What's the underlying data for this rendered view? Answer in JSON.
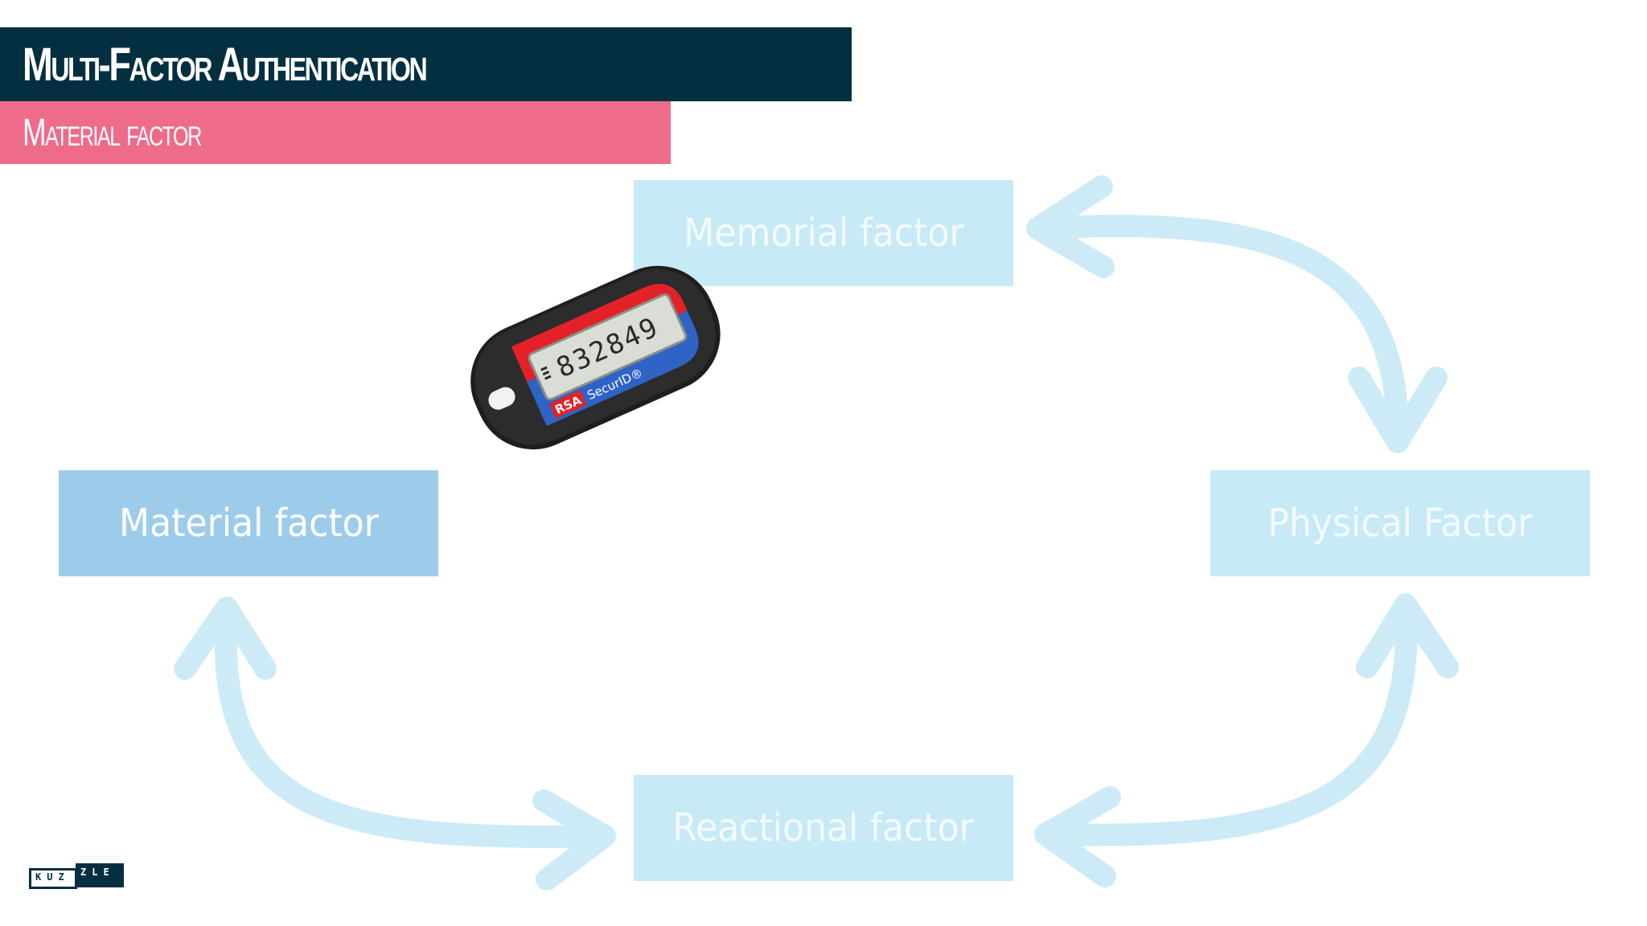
{
  "header": {
    "title": "Multi-Factor Authentication",
    "subtitle": "Material factor"
  },
  "diagram": {
    "factors": [
      {
        "label": "Memorial factor",
        "highlighted": false
      },
      {
        "label": "Material factor",
        "highlighted": true
      },
      {
        "label": "Physical Factor",
        "highlighted": false
      },
      {
        "label": "Reactional factor",
        "highlighted": false
      }
    ]
  },
  "token": {
    "display_code": "832849",
    "brand": "RSA",
    "product": "SecurID®"
  },
  "logo": {
    "left": "KUZ",
    "right": "ZLE"
  },
  "colors": {
    "title_bar": "#032f40",
    "subtitle_bar": "#ef6b8a",
    "active_box": "#9dcceb",
    "faded_box": "#c8e9f6",
    "arrow": "#cdebf7"
  }
}
